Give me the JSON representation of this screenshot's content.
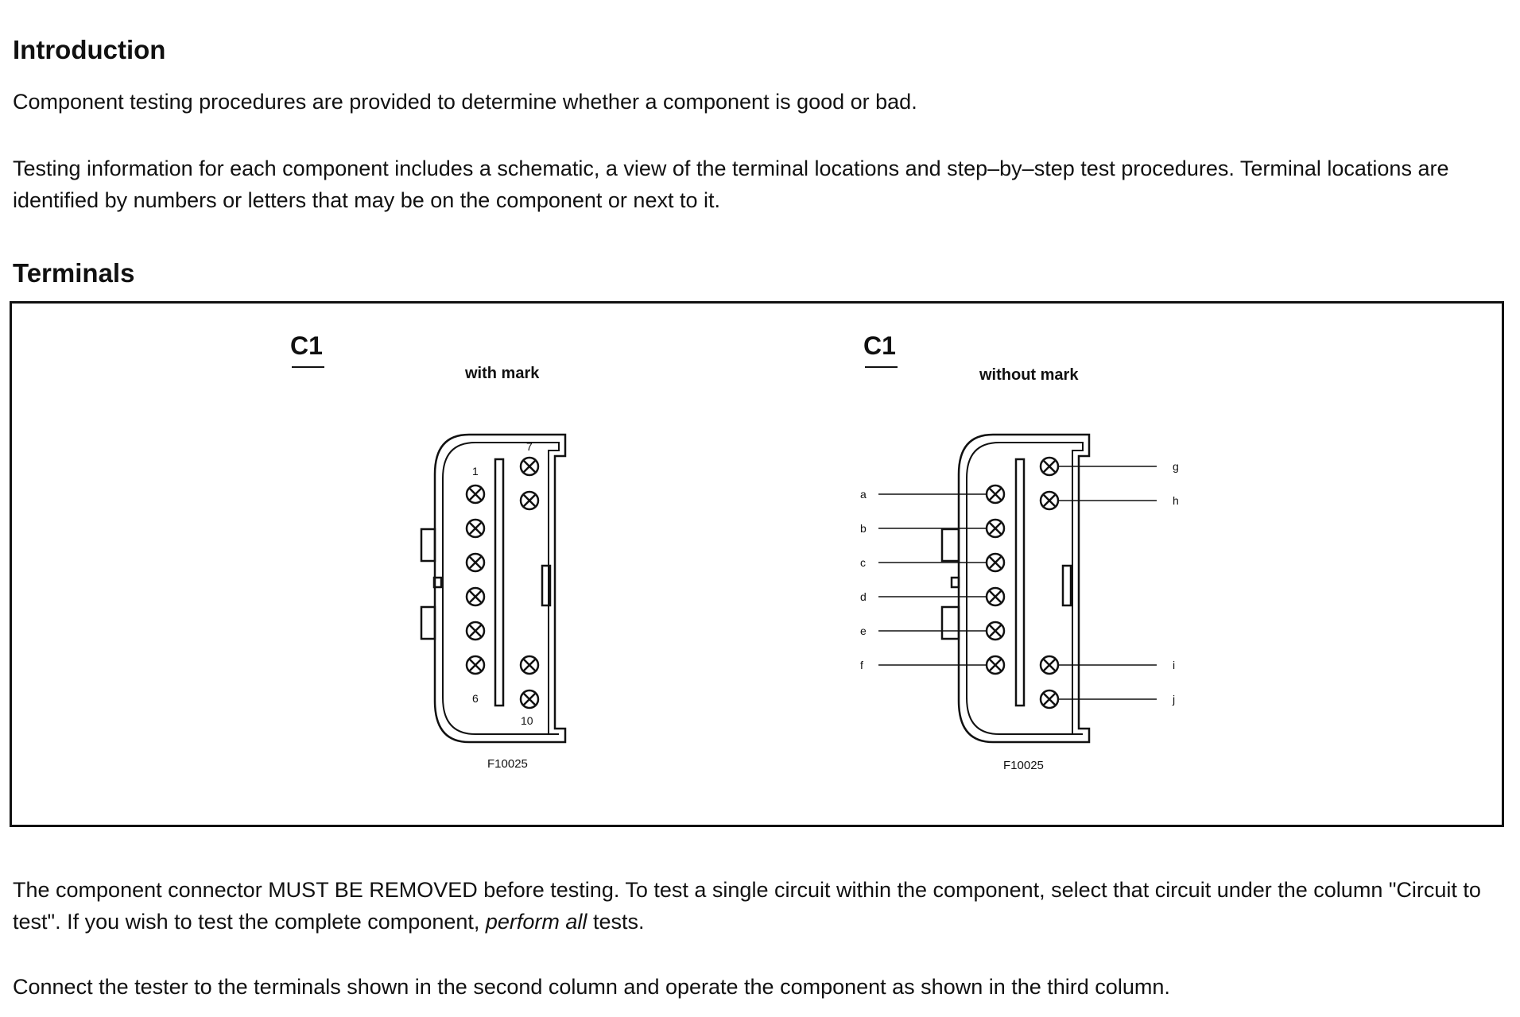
{
  "introduction": {
    "title": "Introduction",
    "paragraphs": [
      "Component testing procedures are provided to determine whether a component is good or bad.",
      "Testing information for each component includes a schematic, a view of the terminal locations and step–by–step test procedures. Terminal locations are identified by numbers or letters that may be on the component or next to it."
    ]
  },
  "terminals": {
    "title": "Terminals",
    "left_connector": {
      "name": "C1",
      "caption": "with mark",
      "pin_labels": [
        "1",
        "6",
        "7",
        "10"
      ],
      "figure_id": "F10025"
    },
    "right_connector": {
      "name": "C1",
      "caption": "without mark",
      "pin_labels": [
        "a",
        "b",
        "c",
        "d",
        "e",
        "f",
        "g",
        "h",
        "i",
        "j"
      ],
      "figure_id": "F10025"
    }
  },
  "notes": {
    "paragraph1": "The component connector MUST BE REMOVED before testing. To test a single circuit within the component, select that circuit under the column \"Circuit to test\". If you wish to test the complete component, ",
    "paragraph1_emphasis": "perform all",
    "paragraph1_end": " tests.",
    "paragraph2": "Connect the tester to the terminals shown in the second column and operate the component as shown in the third column."
  }
}
